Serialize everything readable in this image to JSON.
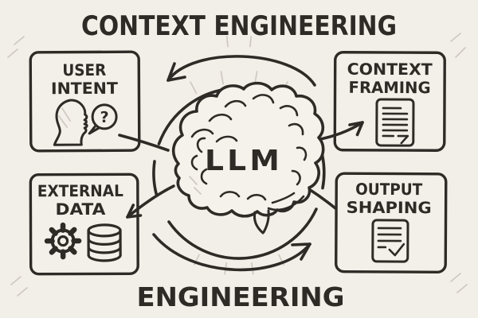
{
  "titles": {
    "top": "CONTEXT ENGINEERING",
    "bottom": "ENGINEERING"
  },
  "center": {
    "label": "LLM",
    "icon": "brain-icon"
  },
  "boxes": {
    "user_intent": {
      "line1": "USER",
      "line2": "INTENT",
      "bubble_text": "?",
      "icons": [
        "person-talking-icon",
        "speech-bubble-question-icon"
      ]
    },
    "context_framing": {
      "line1": "CONTEXT",
      "line2": "FRAMING",
      "icons": [
        "document-lines-icon"
      ]
    },
    "external_data": {
      "line1": "EXTERNAL",
      "line2": "DATA",
      "icons": [
        "gear-icon",
        "database-icon"
      ]
    },
    "output_shaping": {
      "line1": "OUTPUT",
      "line2": "SHAPING",
      "icons": [
        "document-checkmark-icon"
      ]
    }
  },
  "flow": {
    "cycle_direction": "counterclockwise",
    "connections": [
      "user-intent to llm",
      "llm to context-framing",
      "llm to external-data",
      "llm to output-shaping"
    ]
  },
  "colors": {
    "background": "#f2efe9",
    "ink": "#2e2b27",
    "pencil": "#cbc5b9"
  }
}
